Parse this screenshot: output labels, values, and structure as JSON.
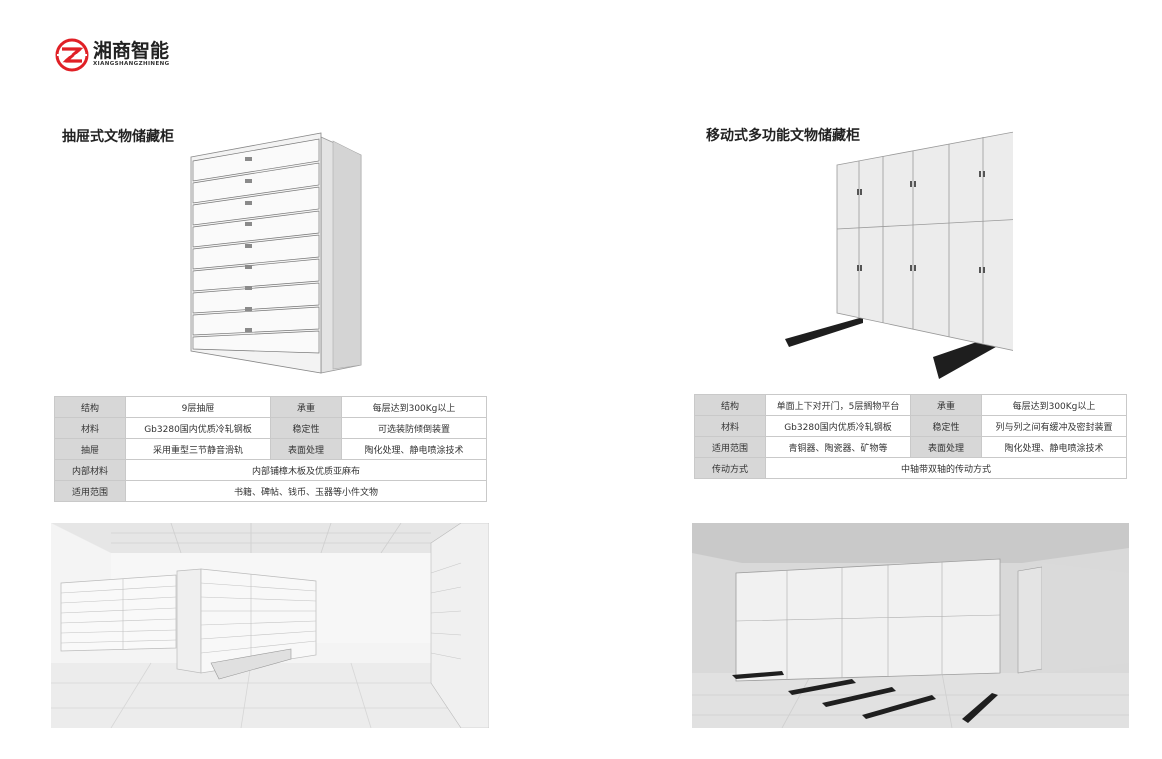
{
  "brand": {
    "name_cn": "湘商智能",
    "name_en": "XIANGSHANGZHINENG",
    "colors": {
      "primary": "#e02026",
      "text": "#222222"
    }
  },
  "left": {
    "title": "抽屉式文物储藏柜",
    "specs": [
      [
        {
          "label": "结构",
          "value": "9层抽屉"
        },
        {
          "label": "承重",
          "value": "每层达到300Kg以上"
        }
      ],
      [
        {
          "label": "材料",
          "value": "Gb3280国内优质冷轧钢板"
        },
        {
          "label": "稳定性",
          "value": "可选装防倾倒装置"
        }
      ],
      [
        {
          "label": "抽屉",
          "value": "采用重型三节静音滑轨"
        },
        {
          "label": "表面处理",
          "value": "陶化处理、静电喷涂技术"
        }
      ],
      [
        {
          "label": "内部材料",
          "value": "内部铺樟木板及优质亚麻布"
        }
      ],
      [
        {
          "label": "适用范围",
          "value": "书籍、碑帖、钱币、玉器等小件文物"
        }
      ]
    ]
  },
  "right": {
    "title": "移动式多功能文物储藏柜",
    "specs": [
      [
        {
          "label": "结构",
          "value": "单面上下对开门，5层搁物平台"
        },
        {
          "label": "承重",
          "value": "每层达到300Kg以上"
        }
      ],
      [
        {
          "label": "材料",
          "value": "Gb3280国内优质冷轧钢板"
        },
        {
          "label": "稳定性",
          "value": "列与列之间有缓冲及密封装置"
        }
      ],
      [
        {
          "label": "适用范围",
          "value": "青铜器、陶瓷器、矿物等"
        },
        {
          "label": "表面处理",
          "value": "陶化处理、静电喷涂技术"
        }
      ],
      [
        {
          "label": "传动方式",
          "value": "中轴带双轴的传动方式"
        }
      ]
    ]
  }
}
